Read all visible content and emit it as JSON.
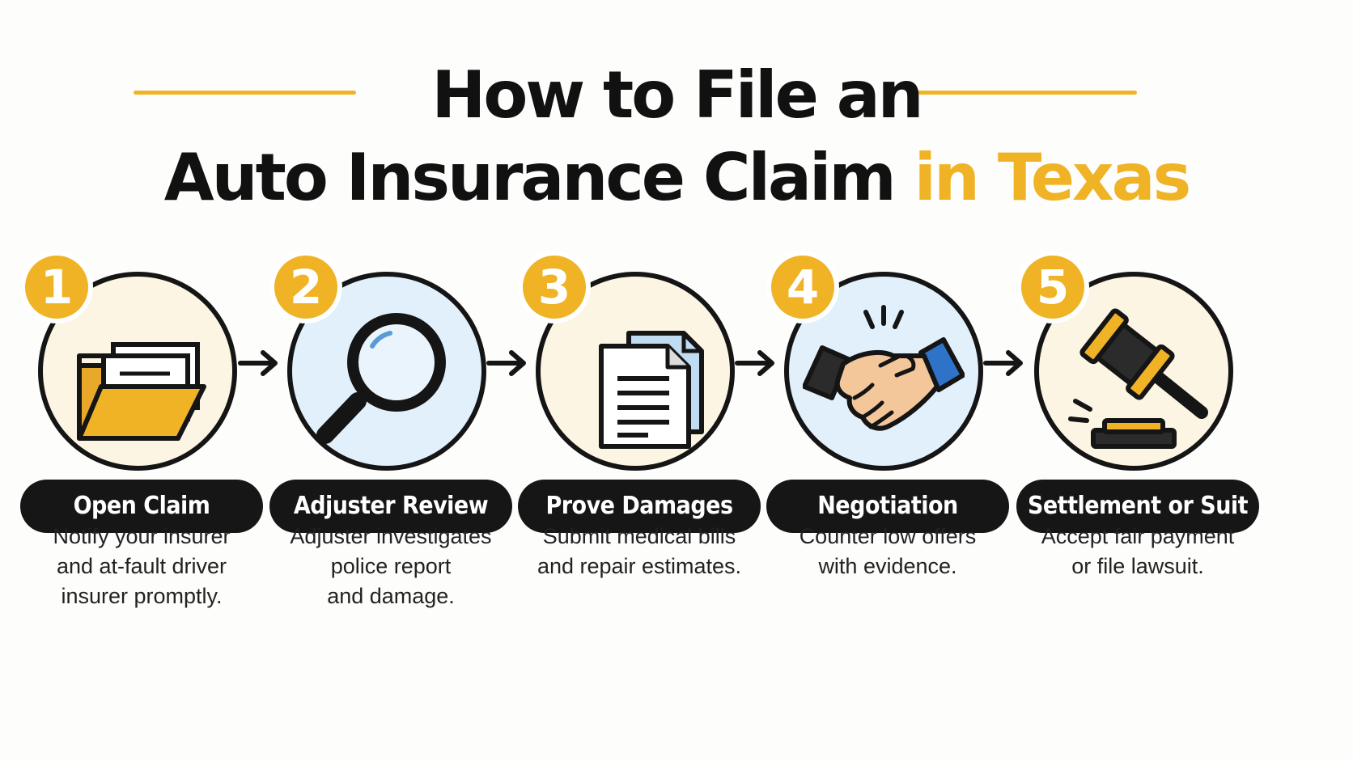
{
  "title": {
    "line1": "How to File an",
    "line2_dark": "Auto Insurance Claim",
    "line2_accent": "in Texas"
  },
  "colors": {
    "accent": "#f0b326",
    "dark": "#161616",
    "ring_fill_warm": "#fcf5e3",
    "ring_fill_cool": "#e2f0fb"
  },
  "steps": [
    {
      "number": "1",
      "label": "Open Claim",
      "icon": "folder-icon",
      "desc": [
        "Notify your insurer",
        "and at-fault driver",
        "insurer promptly."
      ]
    },
    {
      "number": "2",
      "label": "Adjuster Review",
      "icon": "magnifying-glass-icon",
      "desc": [
        "Adjuster investigates",
        "police report",
        "and damage."
      ]
    },
    {
      "number": "3",
      "label": "Prove Damages",
      "icon": "documents-icon",
      "desc": [
        "Submit medical bills",
        "and repair estimates."
      ]
    },
    {
      "number": "4",
      "label": "Negotiation",
      "icon": "handshake-icon",
      "desc": [
        "Counter low offers",
        "with evidence."
      ]
    },
    {
      "number": "5",
      "label": "Settlement or Suit",
      "icon": "gavel-icon",
      "desc": [
        "Accept fair payment",
        "or file lawsuit."
      ]
    }
  ]
}
